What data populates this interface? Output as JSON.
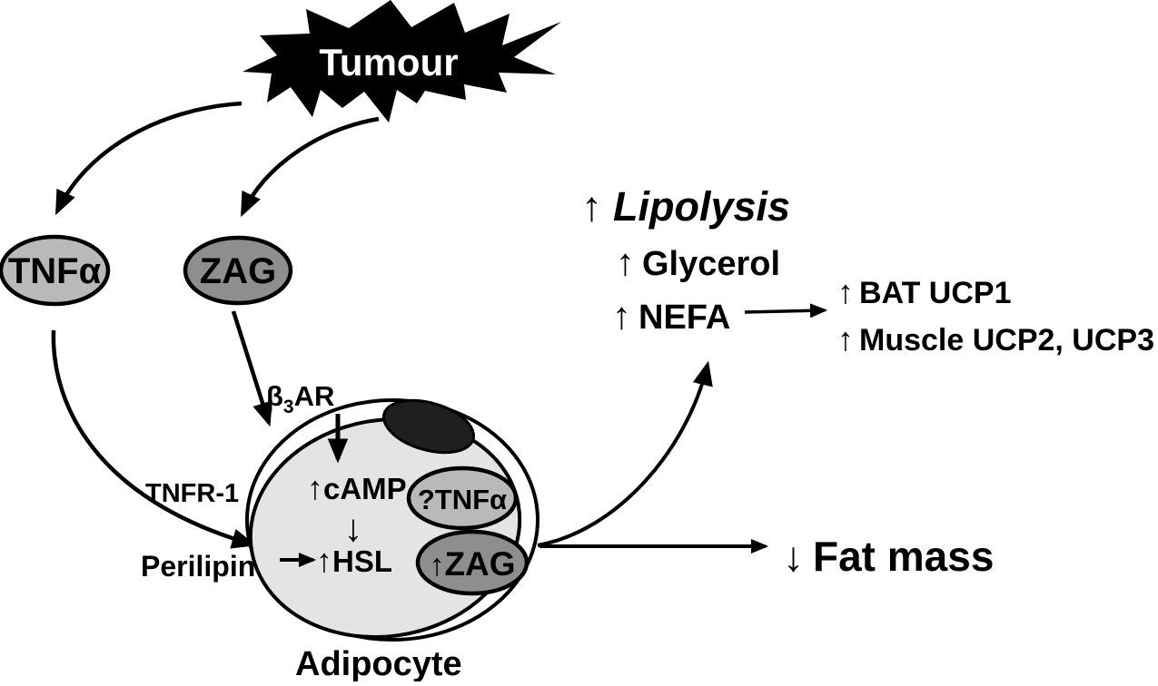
{
  "colors": {
    "ink": "#000000",
    "node_light": "#b9b9b9",
    "node_dark": "#8e8e8e",
    "cell_outer": "#ffffff",
    "cell_fill": "#e4e4e4",
    "nucleus": "#1f1f1f",
    "tumour_fill": "#000000"
  },
  "glyphs": {
    "up_arrow": "↑",
    "down_arrow": "↓"
  },
  "tumour": {
    "label": "Tumour"
  },
  "nodes": {
    "tnfa": "TNFα",
    "zag": "ZAG"
  },
  "membrane": {
    "beta": "β",
    "beta_sub": "3",
    "beta_rest": "AR",
    "tnfr1": "TNFR-1",
    "perilipin": "Perilipin"
  },
  "cell": {
    "camp": "cAMP",
    "hsl": "HSL",
    "tnfa_query": "?TNFα",
    "zag": "ZAG",
    "caption": "Adipocyte"
  },
  "outcomes": {
    "lipolysis": "Lipolysis",
    "glycerol": "Glycerol",
    "nefa": "NEFA",
    "bat": "BAT UCP1",
    "muscle": "Muscle UCP2, UCP3",
    "fat_mass": "Fat mass"
  }
}
